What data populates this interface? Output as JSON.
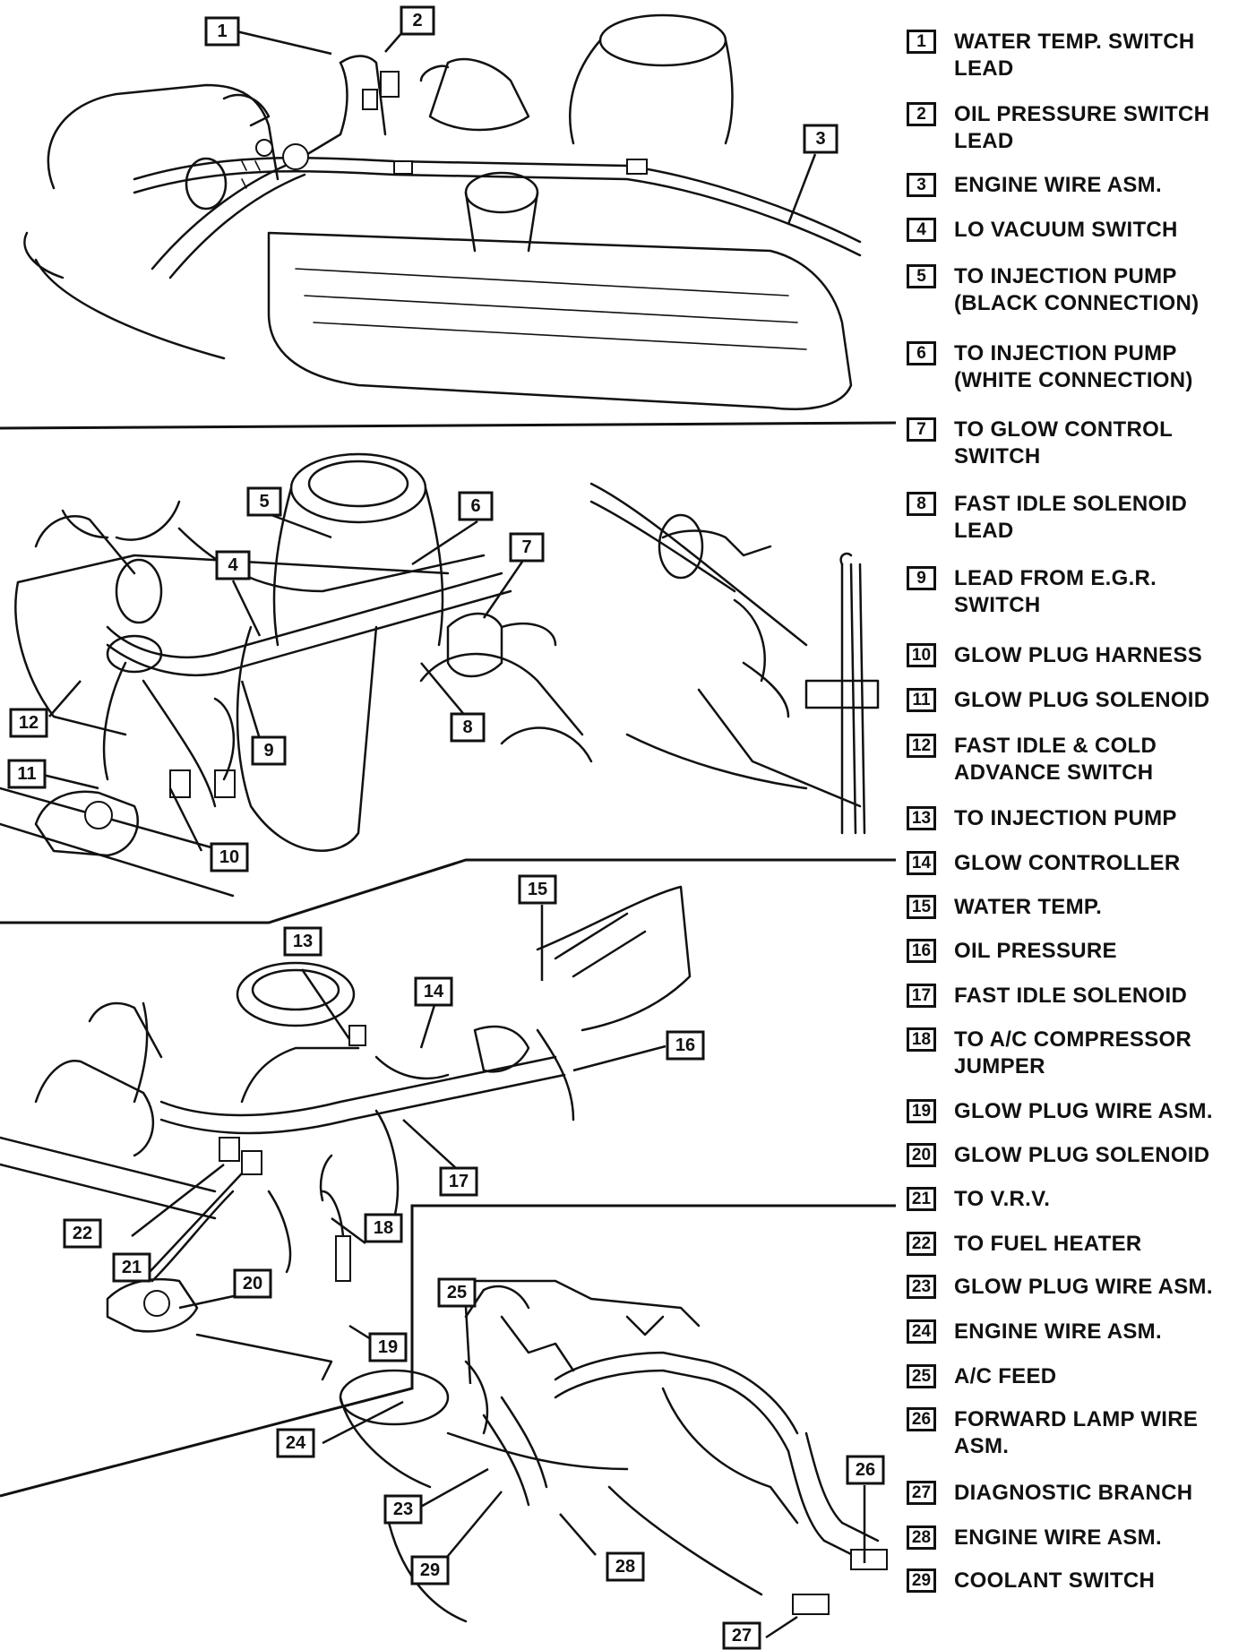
{
  "legend": [
    {
      "num": "1",
      "text": "WATER TEMP. SWITCH\nLEAD"
    },
    {
      "num": "2",
      "text": "OIL PRESSURE SWITCH\nLEAD"
    },
    {
      "num": "3",
      "text": "ENGINE WIRE ASM."
    },
    {
      "num": "4",
      "text": "LO VACUUM SWITCH"
    },
    {
      "num": "5",
      "text": "TO INJECTION PUMP\n(BLACK CONNECTION)"
    },
    {
      "num": "6",
      "text": "TO INJECTION PUMP\n(WHITE CONNECTION)"
    },
    {
      "num": "7",
      "text": "TO GLOW CONTROL\nSWITCH"
    },
    {
      "num": "8",
      "text": "FAST IDLE SOLENOID\nLEAD"
    },
    {
      "num": "9",
      "text": "LEAD FROM E.G.R.\nSWITCH"
    },
    {
      "num": "10",
      "text": "GLOW PLUG HARNESS"
    },
    {
      "num": "11",
      "text": "GLOW PLUG SOLENOID"
    },
    {
      "num": "12",
      "text": "FAST IDLE & COLD\nADVANCE SWITCH"
    },
    {
      "num": "13",
      "text": "TO INJECTION PUMP"
    },
    {
      "num": "14",
      "text": "GLOW CONTROLLER"
    },
    {
      "num": "15",
      "text": "WATER TEMP."
    },
    {
      "num": "16",
      "text": "OIL PRESSURE"
    },
    {
      "num": "17",
      "text": "FAST IDLE SOLENOID"
    },
    {
      "num": "18",
      "text": "TO A/C COMPRESSOR\nJUMPER"
    },
    {
      "num": "19",
      "text": "GLOW PLUG WIRE ASM."
    },
    {
      "num": "20",
      "text": "GLOW PLUG SOLENOID"
    },
    {
      "num": "21",
      "text": "TO V.R.V."
    },
    {
      "num": "22",
      "text": "TO FUEL HEATER"
    },
    {
      "num": "23",
      "text": "GLOW PLUG WIRE ASM."
    },
    {
      "num": "24",
      "text": "ENGINE WIRE ASM."
    },
    {
      "num": "25",
      "text": "A/C FEED"
    },
    {
      "num": "26",
      "text": "FORWARD LAMP WIRE\nASM."
    },
    {
      "num": "27",
      "text": "DIAGNOSTIC BRANCH"
    },
    {
      "num": "28",
      "text": "ENGINE WIRE ASM."
    },
    {
      "num": "29",
      "text": "COOLANT SWITCH"
    }
  ],
  "callouts": [
    "1",
    "2",
    "3",
    "4",
    "5",
    "6",
    "7",
    "8",
    "9",
    "10",
    "11",
    "12",
    "13",
    "14",
    "15",
    "16",
    "17",
    "18",
    "19",
    "20",
    "21",
    "22",
    "23",
    "24",
    "25",
    "26",
    "27",
    "28",
    "29"
  ]
}
